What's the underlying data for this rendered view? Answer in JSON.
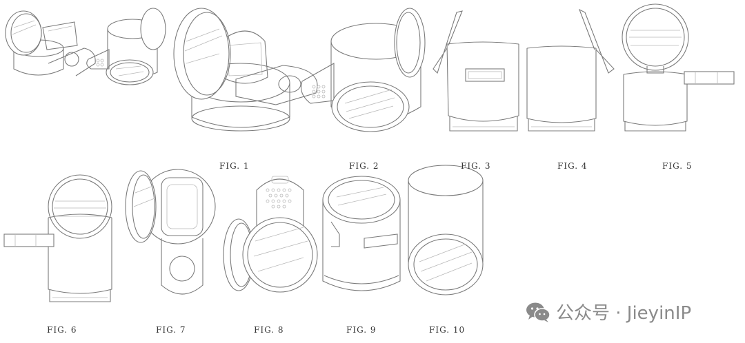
{
  "figures": [
    {
      "label": "FIG. 1"
    },
    {
      "label": "FIG. 2"
    },
    {
      "label": "FIG. 3"
    },
    {
      "label": "FIG. 4"
    },
    {
      "label": "FIG. 5"
    },
    {
      "label": "FIG. 6"
    },
    {
      "label": "FIG. 7"
    },
    {
      "label": "FIG. 8"
    },
    {
      "label": "FIG. 9"
    },
    {
      "label": "FIG. 10"
    }
  ],
  "watermark": {
    "text": "公众号 · JieyinIP",
    "icon": "wechat-icon",
    "color": "#8a8a8a"
  },
  "colors": {
    "line": "#7b7b7b",
    "light_line": "#b9b9b9",
    "background": "#ffffff"
  }
}
